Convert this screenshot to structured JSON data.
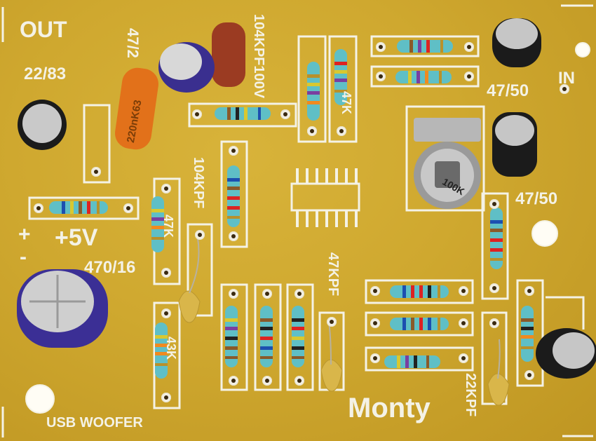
{
  "board": {
    "silk_out": "OUT",
    "silk_in": "IN",
    "silk_cap_out": "22/83",
    "silk_cap_47_top": "47/2",
    "silk_104kpf100v": "104KPF100V",
    "silk_47_50_top": "47/50",
    "silk_47_50_mid": "47/50",
    "silk_104kpf": "104KPF",
    "silk_47kpf": "47KPF",
    "silk_22kpf": "22KPF",
    "silk_plus": "+",
    "silk_minus": "-",
    "silk_5v": "+5V",
    "silk_470_16": "470/16",
    "silk_usb_woofer": "USB WOOFER",
    "silk_monty": "Monty",
    "silk_47k_a": "47K",
    "silk_47k_b": "47K",
    "silk_43k": "43K",
    "cap_marking_220n": "220nK63",
    "pot_marking": "100K"
  }
}
